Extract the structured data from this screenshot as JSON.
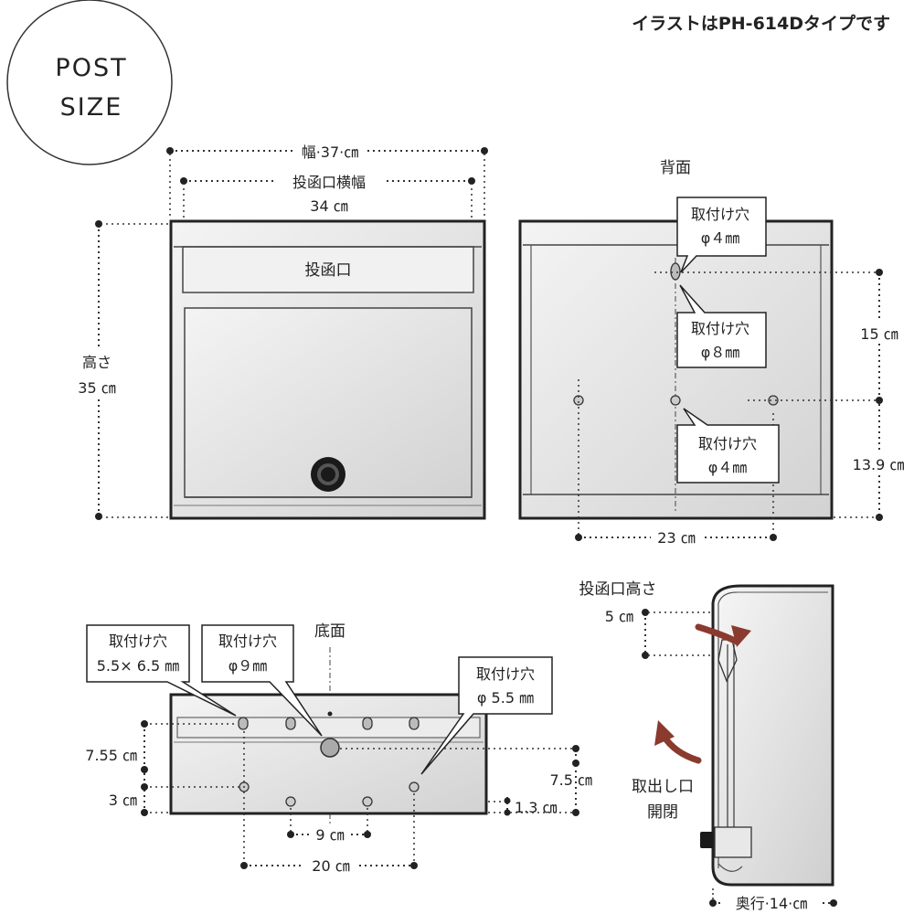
{
  "badge": {
    "line1": "POST",
    "line2": "SIZE"
  },
  "note": "イラストはPH-614Dタイプです",
  "front": {
    "width_label": "幅·37·㎝",
    "slot_width_label": "投函口横幅",
    "slot_width_value": "34 ㎝",
    "height_label": "高さ",
    "height_value": "35 ㎝",
    "slot_label": "投函口"
  },
  "back": {
    "title": "背面",
    "hole_top": {
      "label": "取付け穴",
      "size": "φ４㎜"
    },
    "hole_mid": {
      "label": "取付け穴",
      "size": "φ８㎜"
    },
    "hole_side": {
      "label": "取付け穴",
      "size": "φ４㎜"
    },
    "dim_upper": "15 ㎝",
    "dim_lower": "13.9 ㎝",
    "dim_width": "23 ㎝"
  },
  "bottom": {
    "title": "底面",
    "hole_a": {
      "label": "取付け穴",
      "size": "5.5× 6.5 ㎜"
    },
    "hole_b": {
      "label": "取付け穴",
      "size": "φ９㎜"
    },
    "hole_c": {
      "label": "取付け穴",
      "size": "φ 5.5 ㎜"
    },
    "dim_left_upper": "7.55 ㎝",
    "dim_left_lower": "3 ㎝",
    "dim_right_upper": "7.5 ㎝",
    "dim_right_lower": "1.3 ㎝",
    "dim_mid": "9 ㎝",
    "dim_wide": "20 ㎝"
  },
  "side": {
    "slot_height_label": "投函口高さ",
    "slot_height_value": "5 ㎝",
    "outlet_line1": "取出し口",
    "outlet_line2": "開閉",
    "depth_label": "奥行·14·㎝"
  },
  "colors": {
    "outline": "#222222",
    "panel_light": "#f2f2f2",
    "panel_dark": "#d4d4d4",
    "arrow": "#8b3a2e"
  }
}
